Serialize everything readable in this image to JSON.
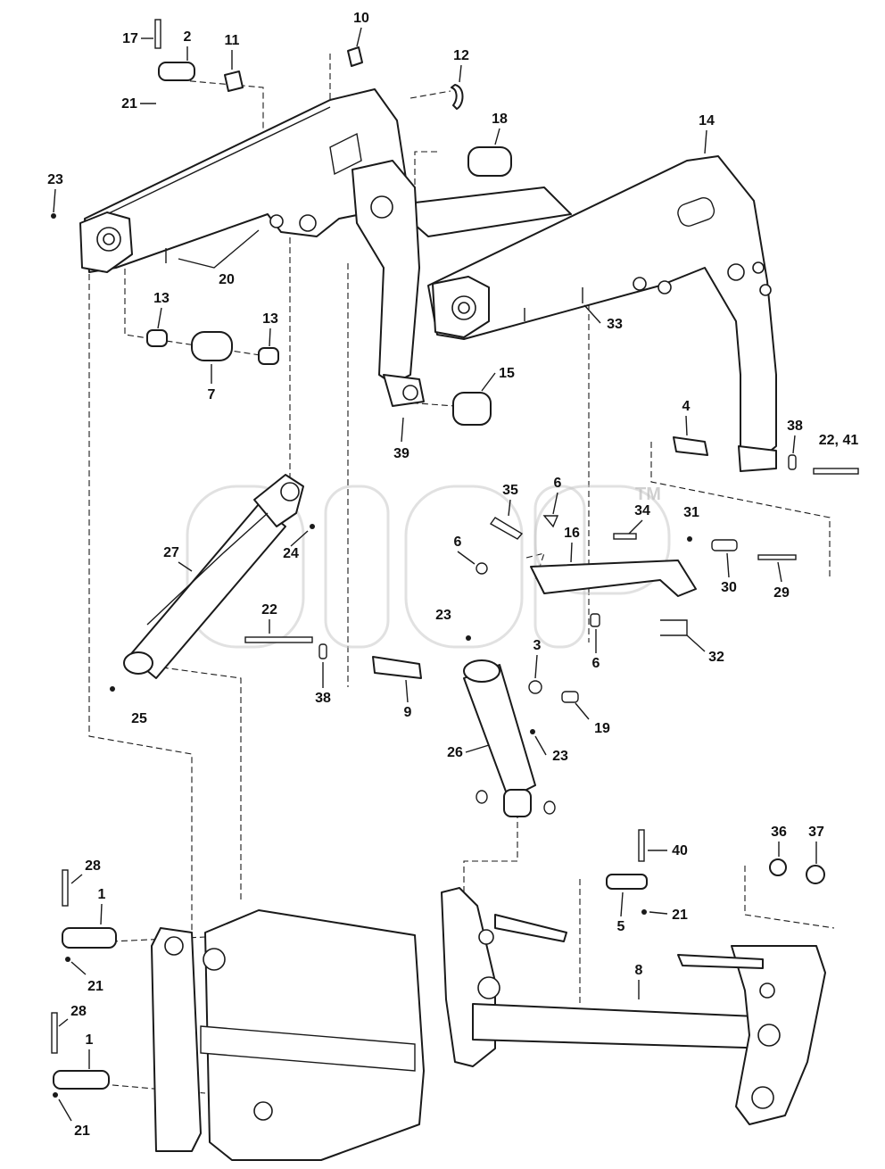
{
  "diagram": {
    "watermark": {
      "trademark": "TM"
    },
    "callouts": [
      "17",
      "2",
      "11",
      "10",
      "12",
      "18",
      "14",
      "21",
      "23",
      "20",
      "13",
      "13",
      "7",
      "33",
      "15",
      "39",
      "4",
      "38",
      "22, 41",
      "35",
      "6",
      "27",
      "24",
      "34",
      "31",
      "6",
      "16",
      "30",
      "29",
      "22",
      "23",
      "6",
      "32",
      "38",
      "9",
      "3",
      "19",
      "25",
      "26",
      "23",
      "40",
      "36",
      "37",
      "28",
      "1",
      "5",
      "21",
      "8",
      "21",
      "28",
      "1",
      "21"
    ]
  }
}
